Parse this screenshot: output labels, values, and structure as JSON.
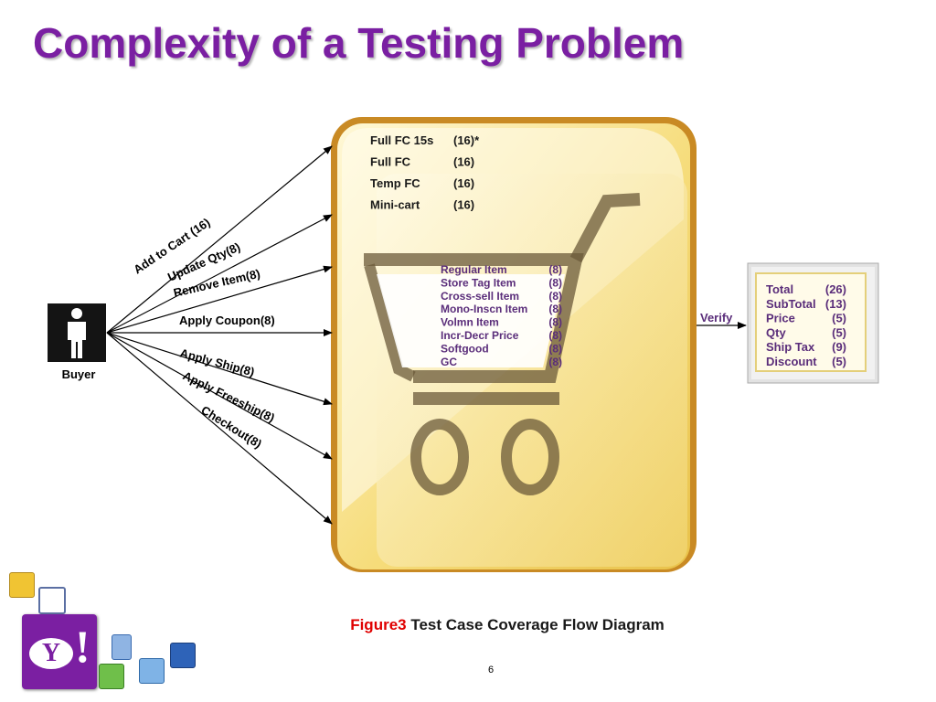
{
  "title": "Complexity of a Testing Problem",
  "buyer_label": "Buyer",
  "actions": [
    "Add to Cart (16)",
    "Update Qty(8)",
    "Remove Item(8)",
    "Apply Coupon(8)",
    "Apply Ship(8)",
    "Apply Freeship(8)",
    "Checkout(8)"
  ],
  "cart_top": [
    {
      "name": "Full FC 15s",
      "count": "(16)*"
    },
    {
      "name": "Full FC",
      "count": "(16)"
    },
    {
      "name": "Temp FC",
      "count": "(16)"
    },
    {
      "name": "Mini-cart",
      "count": "(16)"
    }
  ],
  "cart_items": [
    {
      "name": "Regular Item",
      "count": "(8)"
    },
    {
      "name": "Store Tag Item",
      "count": "(8)"
    },
    {
      "name": "Cross-sell Item",
      "count": "(8)"
    },
    {
      "name": "Mono-Inscn Item",
      "count": "(8)"
    },
    {
      "name": "Volmn Item",
      "count": "(8)"
    },
    {
      "name": "Incr-Decr Price",
      "count": "(8)"
    },
    {
      "name": "Softgood",
      "count": "(8)"
    },
    {
      "name": "GC",
      "count": "(8)"
    }
  ],
  "verify_label": "Verify",
  "verify_items": [
    {
      "name": "Total",
      "count": "(26)"
    },
    {
      "name": "SubTotal",
      "count": "(13)"
    },
    {
      "name": "Price",
      "count": "(5)"
    },
    {
      "name": "Qty",
      "count": "(5)"
    },
    {
      "name": "Ship Tax",
      "count": "(9)"
    },
    {
      "name": "Discount",
      "count": "(5)"
    }
  ],
  "caption": {
    "figure": "Figure3",
    "text": "Test Case Coverage Flow Diagram"
  },
  "page_number": "6",
  "logo": {
    "letter": "Y",
    "bang": "!"
  },
  "colors": {
    "title": "#7a1fa2",
    "accent_red": "#e00000",
    "cart_border": "#b8731a",
    "logo": "#7b1fa2"
  }
}
